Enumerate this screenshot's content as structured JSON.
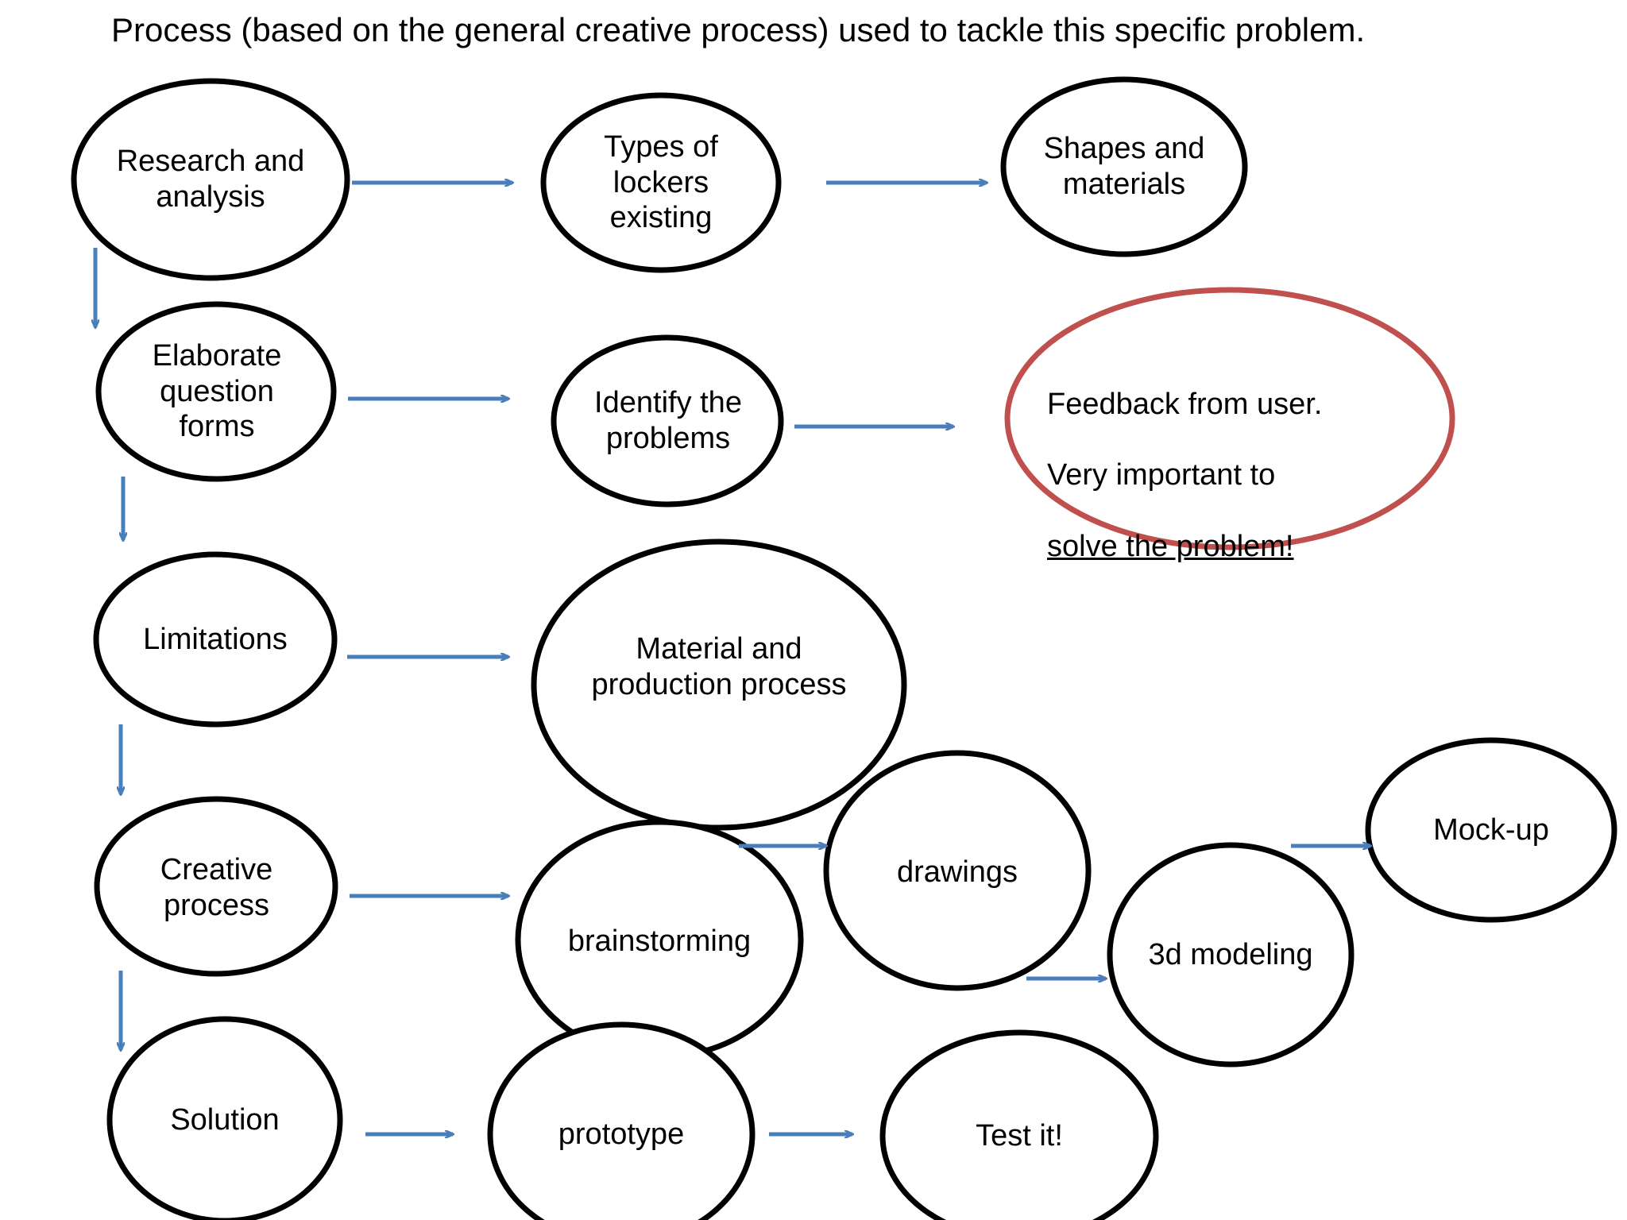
{
  "page": {
    "title": "Process (based on the general creative process)  used to tackle this specific problem.",
    "background_color": "#ffffff",
    "node_outline_color": "#000000",
    "highlight_outline_color": "#c0504d",
    "arrow_color": "#4a7ebb",
    "text_color": "#000000"
  },
  "nodes": [
    {
      "id": "research-and-analysis",
      "label": "Research and\nanalysis",
      "font_size": 38,
      "outline": "#000000"
    },
    {
      "id": "types-of-lockers",
      "label": "Types of\nlockers\nexisting",
      "font_size": 38,
      "outline": "#000000"
    },
    {
      "id": "shapes-and-materials",
      "label": "Shapes and\nmaterials",
      "font_size": 38,
      "outline": "#000000"
    },
    {
      "id": "elaborate-question-forms",
      "label": "Elaborate\nquestion\nforms",
      "font_size": 38,
      "outline": "#000000"
    },
    {
      "id": "identify-the-problems",
      "label": "Identify the\nproblems",
      "font_size": 38,
      "outline": "#000000"
    },
    {
      "id": "feedback-from-user",
      "label": "Feedback from user.\nVery important to\nsolve the problem!",
      "font_size": 38,
      "outline": "#c0504d",
      "underline_last_line": true
    },
    {
      "id": "limitations",
      "label": "Limitations",
      "font_size": 38,
      "outline": "#000000"
    },
    {
      "id": "material-production",
      "label": "Material and\nproduction process",
      "font_size": 38,
      "outline": "#000000"
    },
    {
      "id": "creative-process",
      "label": "Creative\nprocess",
      "font_size": 38,
      "outline": "#000000"
    },
    {
      "id": "brainstorming",
      "label": "brainstorming",
      "font_size": 38,
      "outline": "#000000"
    },
    {
      "id": "drawings",
      "label": "drawings",
      "font_size": 38,
      "outline": "#000000"
    },
    {
      "id": "3d-modeling",
      "label": "3d modeling",
      "font_size": 38,
      "outline": "#000000"
    },
    {
      "id": "mock-up",
      "label": "Mock-up",
      "font_size": 38,
      "outline": "#000000"
    },
    {
      "id": "solution",
      "label": "Solution",
      "font_size": 38,
      "outline": "#000000"
    },
    {
      "id": "prototype",
      "label": "prototype",
      "font_size": 38,
      "outline": "#000000"
    },
    {
      "id": "test-it",
      "label": "Test it!",
      "font_size": 38,
      "outline": "#000000"
    }
  ],
  "edges": [
    {
      "from": "research-and-analysis",
      "to": "types-of-lockers",
      "direction": "right"
    },
    {
      "from": "types-of-lockers",
      "to": "shapes-and-materials",
      "direction": "right"
    },
    {
      "from": "research-and-analysis",
      "to": "elaborate-question-forms",
      "direction": "down"
    },
    {
      "from": "elaborate-question-forms",
      "to": "identify-the-problems",
      "direction": "right"
    },
    {
      "from": "identify-the-problems",
      "to": "feedback-from-user",
      "direction": "right"
    },
    {
      "from": "elaborate-question-forms",
      "to": "limitations",
      "direction": "down"
    },
    {
      "from": "limitations",
      "to": "material-production",
      "direction": "right"
    },
    {
      "from": "limitations",
      "to": "creative-process",
      "direction": "down"
    },
    {
      "from": "creative-process",
      "to": "brainstorming",
      "direction": "right"
    },
    {
      "from": "brainstorming",
      "to": "drawings",
      "direction": "right"
    },
    {
      "from": "drawings",
      "to": "3d-modeling",
      "direction": "right"
    },
    {
      "from": "3d-modeling",
      "to": "mock-up",
      "direction": "right"
    },
    {
      "from": "creative-process",
      "to": "solution",
      "direction": "down"
    },
    {
      "from": "solution",
      "to": "prototype",
      "direction": "right"
    },
    {
      "from": "prototype",
      "to": "test-it",
      "direction": "right"
    }
  ],
  "labels": {
    "research_and_analysis": "Research and\nanalysis",
    "types_of_lockers": "Types of\nlockers\nexisting",
    "shapes_and_materials": "Shapes and\nmaterials",
    "elaborate_question_forms": "Elaborate\nquestion\nforms",
    "identify_the_problems": "Identify the\nproblems",
    "feedback_line1": "Feedback from user.",
    "feedback_line2": "Very important to",
    "feedback_line3": "solve the problem!",
    "limitations": "Limitations",
    "material_production": "Material and\nproduction process",
    "creative_process": "Creative\nprocess",
    "brainstorming": "brainstorming",
    "drawings": "drawings",
    "3d_modeling": "3d modeling",
    "mock_up": "Mock-up",
    "solution": "Solution",
    "prototype": "prototype",
    "test_it": "Test it!"
  }
}
